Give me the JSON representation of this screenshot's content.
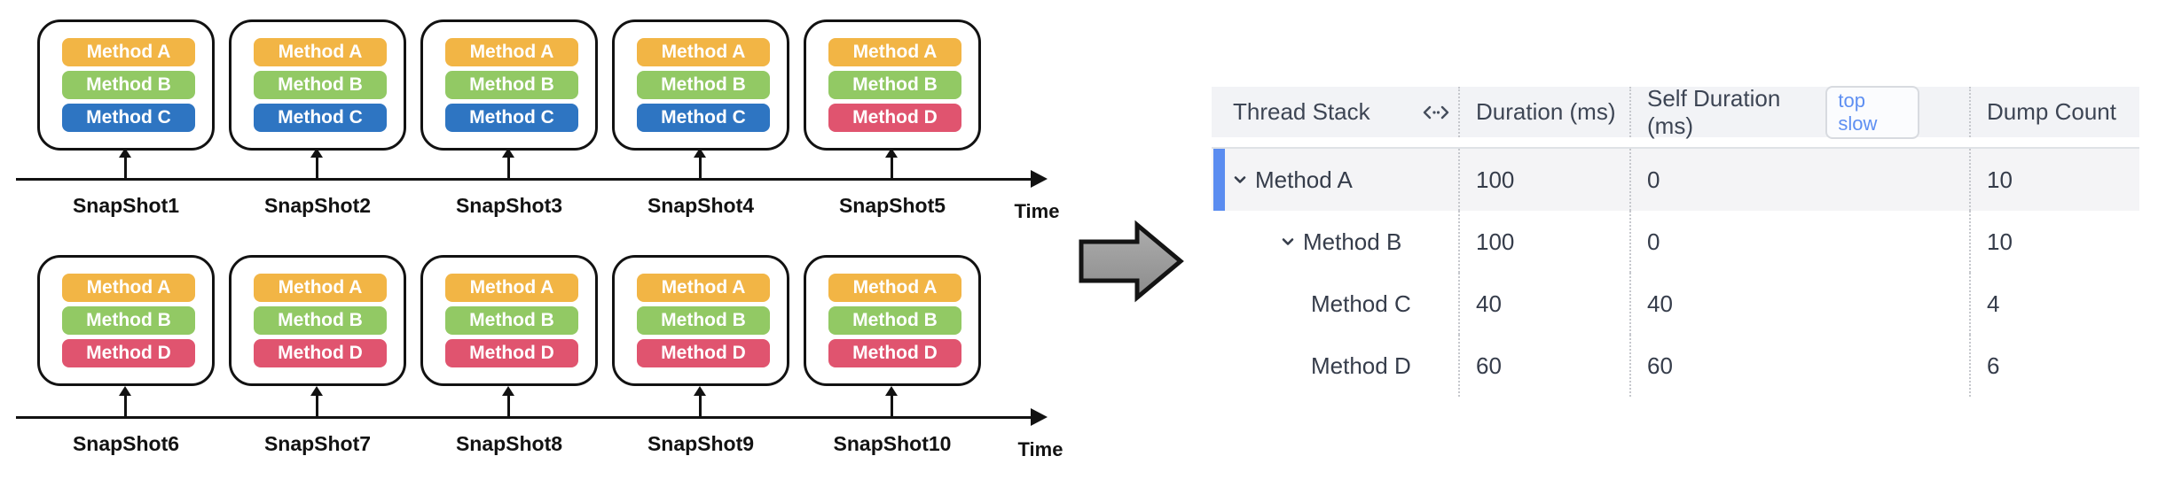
{
  "colors": {
    "method_a": "#F2B545",
    "method_b": "#92C964",
    "method_c": "#2E75C2",
    "method_d": "#E0546F",
    "selected_row_bar": "#5A8CF0",
    "selected_row_bg": "#F4F4F6",
    "table_header_bg": "#F2F3F6",
    "badge_text": "#5E8FF2",
    "transform_arrow_fill": "#9B9B9B"
  },
  "diagram": {
    "timelines": [
      {
        "time_label": "Time",
        "snapshots": [
          {
            "name": "SnapShot1",
            "methods": [
              "Method A",
              "Method B",
              "Method C"
            ]
          },
          {
            "name": "SnapShot2",
            "methods": [
              "Method A",
              "Method B",
              "Method C"
            ]
          },
          {
            "name": "SnapShot3",
            "methods": [
              "Method A",
              "Method B",
              "Method C"
            ]
          },
          {
            "name": "SnapShot4",
            "methods": [
              "Method A",
              "Method B",
              "Method C"
            ]
          },
          {
            "name": "SnapShot5",
            "methods": [
              "Method A",
              "Method B",
              "Method D"
            ]
          }
        ]
      },
      {
        "time_label": "Time",
        "snapshots": [
          {
            "name": "SnapShot6",
            "methods": [
              "Method A",
              "Method B",
              "Method D"
            ]
          },
          {
            "name": "SnapShot7",
            "methods": [
              "Method A",
              "Method B",
              "Method D"
            ]
          },
          {
            "name": "SnapShot8",
            "methods": [
              "Method A",
              "Method B",
              "Method D"
            ]
          },
          {
            "name": "SnapShot9",
            "methods": [
              "Method A",
              "Method B",
              "Method D"
            ]
          },
          {
            "name": "SnapShot10",
            "methods": [
              "Method A",
              "Method B",
              "Method D"
            ]
          }
        ]
      }
    ]
  },
  "table": {
    "columns": {
      "thread_stack": "Thread Stack",
      "duration": "Duration (ms)",
      "self_duration": "Self Duration (ms)",
      "dump_count": "Dump Count"
    },
    "top_slow_label": "top slow",
    "rows": [
      {
        "method": "Method A",
        "duration": "100",
        "self_duration": "0",
        "dump_count": "10",
        "level": 0,
        "expanded": true,
        "selected": true
      },
      {
        "method": "Method B",
        "duration": "100",
        "self_duration": "0",
        "dump_count": "10",
        "level": 1,
        "expanded": true,
        "selected": false
      },
      {
        "method": "Method C",
        "duration": "40",
        "self_duration": "40",
        "dump_count": "4",
        "level": 2,
        "expanded": false,
        "selected": false
      },
      {
        "method": "Method D",
        "duration": "60",
        "self_duration": "60",
        "dump_count": "6",
        "level": 2,
        "expanded": false,
        "selected": false
      }
    ]
  }
}
